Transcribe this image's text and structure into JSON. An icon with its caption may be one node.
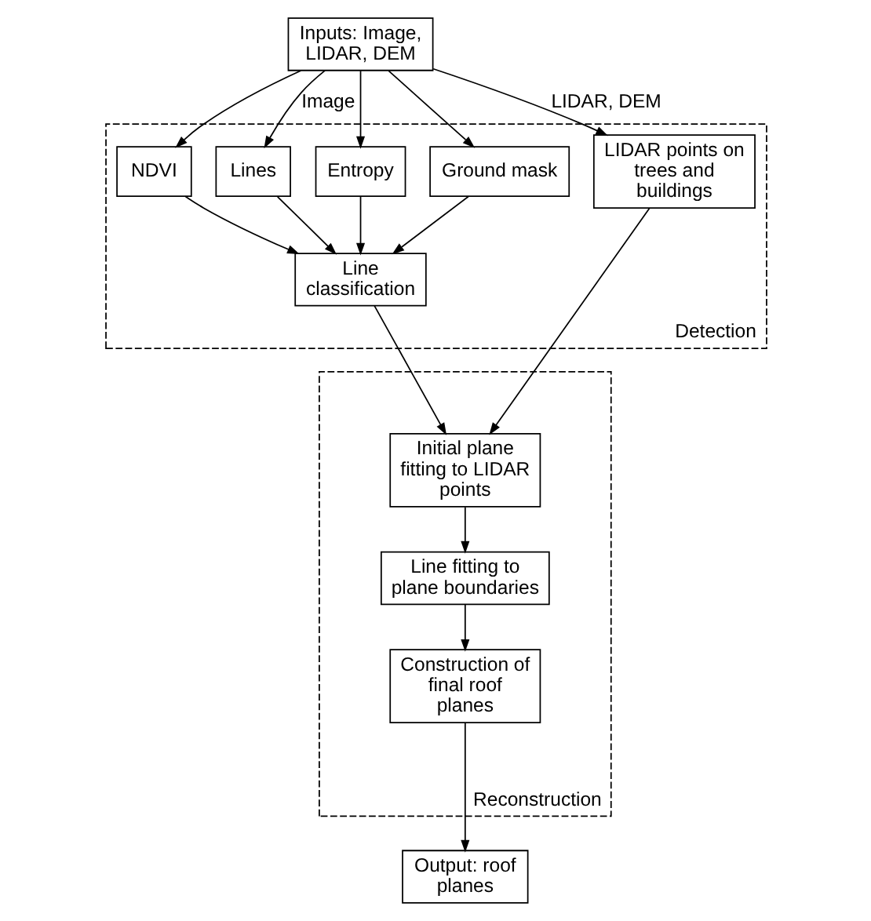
{
  "diagram": {
    "nodes": [
      {
        "text": [
          "Inputs: Image, LIDAR, DEM"
        ]
      },
      {
        "text": [
          "Detection"
        ]
      },
      {
        "text": [
          "LIDAR points on trees and buildings"
        ],
        "in": 1
      },
      {
        "text": [
          "Ground mask"
        ],
        "in": 1
      },
      {
        "text": [
          "NDVI"
        ],
        "in": 1
      },
      {
        "text": [
          "Lines"
        ],
        "in": 1
      },
      {
        "text": [
          "Entropy"
        ],
        "in": 1
      },
      {
        "text": [
          "Line classification"
        ],
        "in": 1
      },
      {
        "text": [
          "Reconstruction"
        ]
      },
      {
        "text": [
          "Initial plane fitting to LIDAR points"
        ],
        "in": 8
      },
      {
        "text": [
          "Line fitting to plane boundaries"
        ],
        "in": 8
      },
      {
        "text": [
          "Construction of final roof planes"
        ],
        "in": 8
      },
      {
        "text": [
          "Output: roof planes"
        ]
      }
    ],
    "edges": [
      {
        "from": 0,
        "to": 2,
        "arrow": "to",
        "label": "LIDAR, DEM"
      },
      {
        "from": 0,
        "to": 3,
        "arrow": "to"
      },
      {
        "from": 0,
        "to": 4,
        "arrow": "to"
      },
      {
        "from": 0,
        "to": 5,
        "arrow": "to",
        "label": "Image"
      },
      {
        "from": 0,
        "to": 6,
        "arrow": "to"
      },
      {
        "from": 3,
        "to": 7,
        "arrow": "to"
      },
      {
        "from": 4,
        "to": 7,
        "arrow": "to"
      },
      {
        "from": 5,
        "to": 7,
        "arrow": "to"
      },
      {
        "from": 6,
        "to": 7,
        "arrow": "to"
      },
      {
        "from": 2,
        "to": 9,
        "arrow": "to"
      },
      {
        "from": 7,
        "to": 9,
        "arrow": "to"
      },
      {
        "from": 9,
        "to": 10,
        "arrow": "to"
      },
      {
        "from": 10,
        "to": 11,
        "arrow": "to"
      },
      {
        "from": 11,
        "to": 12,
        "arrow": "to"
      }
    ]
  }
}
